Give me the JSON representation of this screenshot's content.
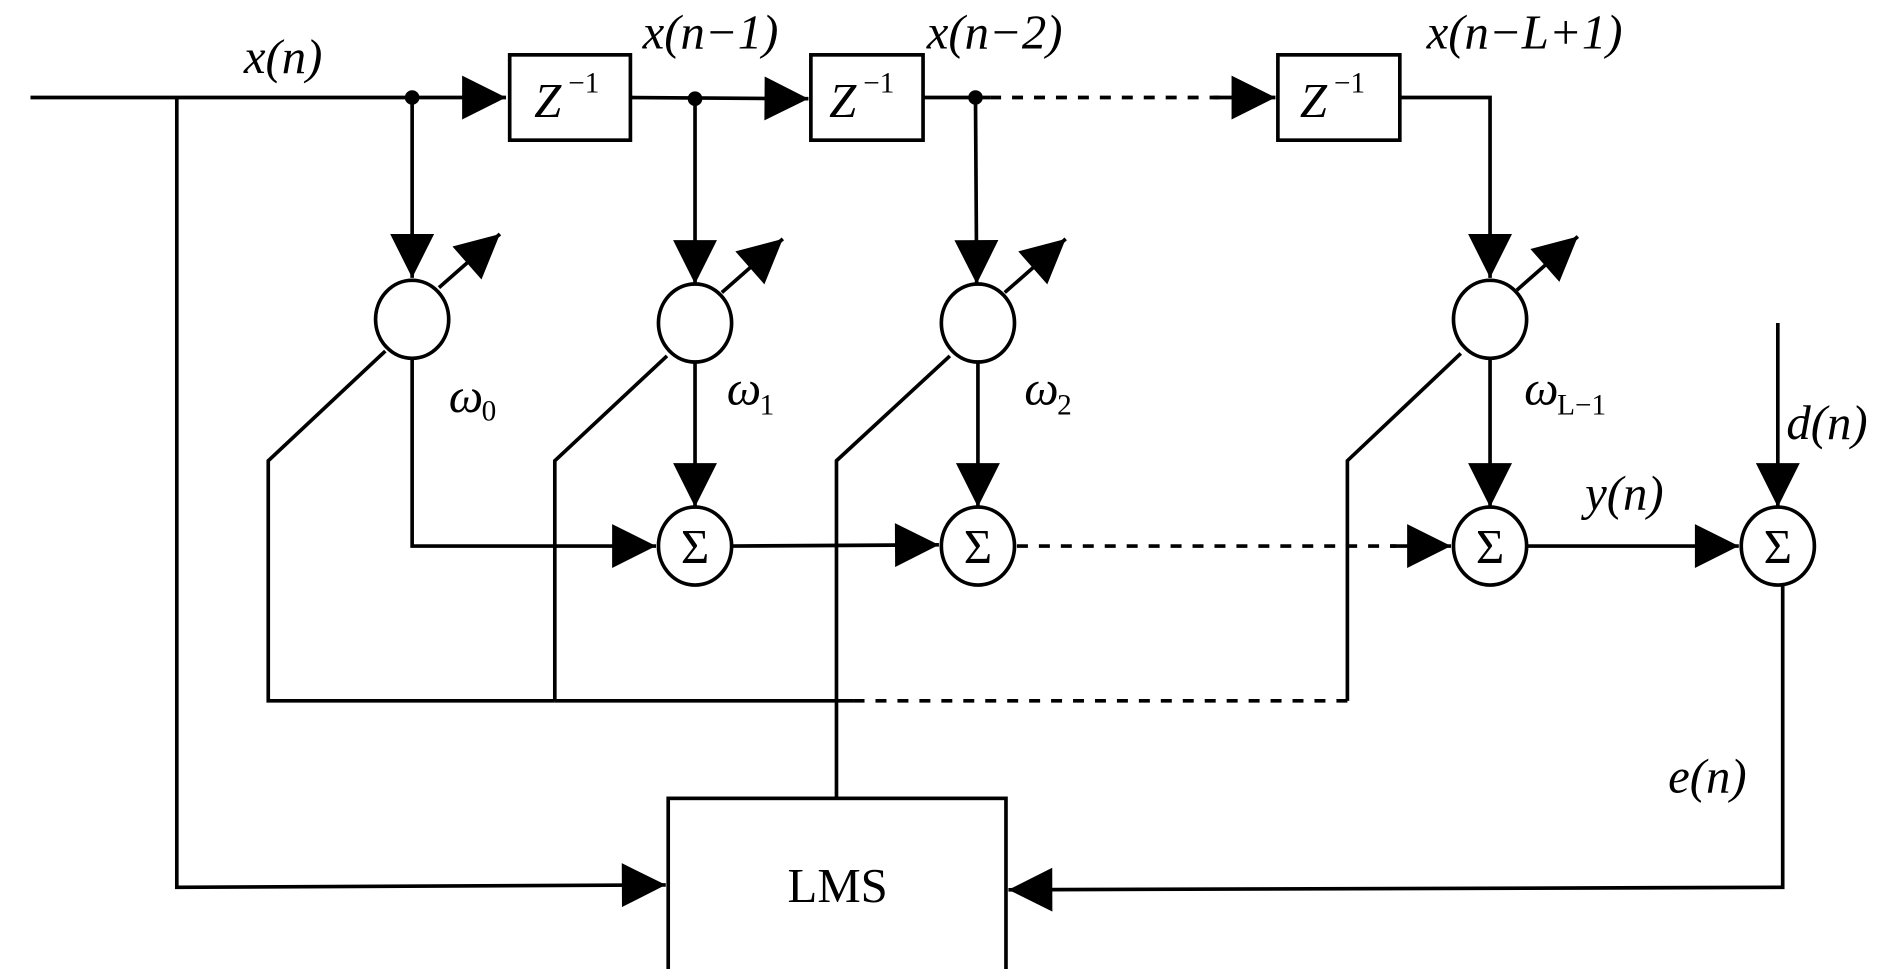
{
  "labels": {
    "x_n": "x(n)",
    "x_n1": "x(n−1)",
    "x_n2": "x(n−2)",
    "x_nL1": "x(n−L+1)",
    "delay": "Z",
    "delay_exp": "−1",
    "w0": "ω",
    "w0_sub": "0",
    "w1": "ω",
    "w1_sub": "1",
    "w2": "ω",
    "w2_sub": "2",
    "wL": "ω",
    "wL_sub": "L−1",
    "sum": "Σ",
    "y_n": "y(n)",
    "d_n": "d(n)",
    "e_n": "e(n)",
    "lms": "LMS"
  }
}
